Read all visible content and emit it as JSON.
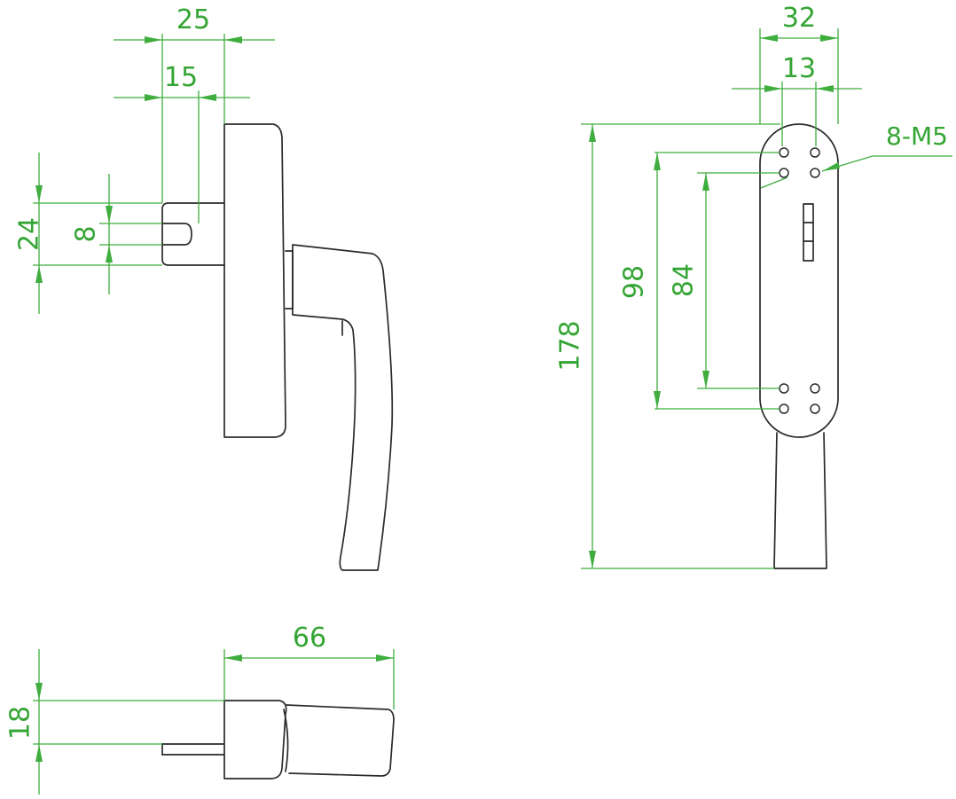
{
  "dimensions": {
    "side_width": "25",
    "side_spindle": "15",
    "side_height": "24",
    "side_slot": "8",
    "front_width": "32",
    "front_inner": "13",
    "front_holes": "8-M5",
    "front_total_height": "178",
    "front_outer_spacing": "98",
    "front_inner_spacing": "84",
    "bottom_length": "66",
    "bottom_height": "18"
  },
  "colors": {
    "dimension": "#3fae3f",
    "outline": "#2a2a2a",
    "background": "#ffffff"
  }
}
